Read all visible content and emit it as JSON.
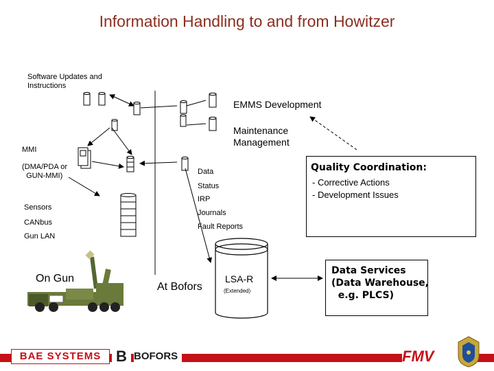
{
  "title": "Information Handling to and from Howitzer",
  "labels": {
    "software_updates": "Software Updates and\nInstructions",
    "emms": "EMMS Development",
    "maintenance": "Maintenance\nManagement",
    "mmi": "MMI",
    "dma_pda": "(DMA/PDA or\n  GUN-MMI)",
    "sensors": "Sensors",
    "canbus": "CANbus",
    "gun_lan": "Gun LAN",
    "on_gun": "On Gun",
    "at_bofors": "At Bofors",
    "data": "Data",
    "status": "Status",
    "irp": "IRP",
    "journals": "Journals",
    "fault_reports": "Fault Reports"
  },
  "quality": {
    "heading": "Quality Coordination:",
    "items": [
      "- Corrective Actions",
      "- Development Issues"
    ]
  },
  "lsa": {
    "name": "LSA-R",
    "sub": "(Extended)"
  },
  "data_services": "Data Services\n(Data Warehouse,\n  e.g. PLCS)",
  "footer": {
    "bae": "BAE SYSTEMS",
    "bofors_mark": "B",
    "bofors": "BOFORS",
    "fmv": "FMV"
  },
  "colors": {
    "title": "#8a2f1f",
    "brand_red": "#c41018"
  }
}
